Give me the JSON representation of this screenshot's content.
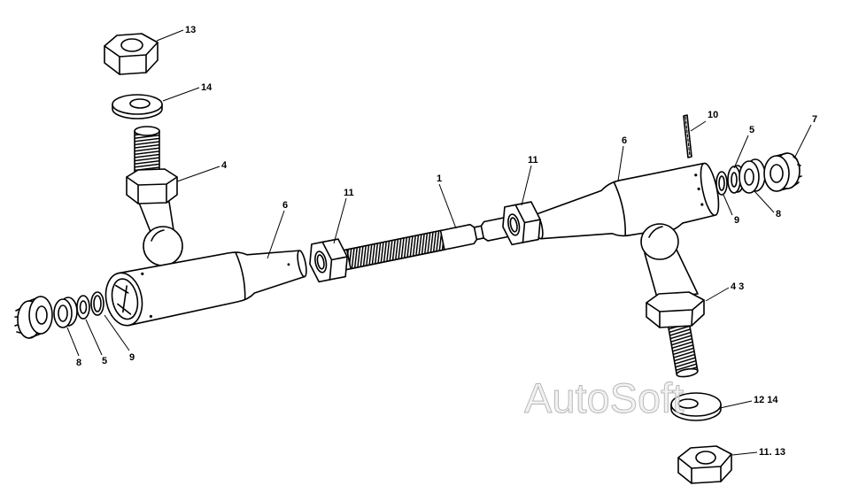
{
  "callouts": {
    "nut_top": "13",
    "washer_top": "14",
    "ball_stud_top": "4",
    "rod_end_left": "6",
    "nut_left": "11",
    "center_rod": "1",
    "nut_right": "11",
    "cotter_pin": "10",
    "rod_end_right": "6",
    "washer_right": "5",
    "slotted_nut_right": "7",
    "ring_right": "9",
    "bush_right": "8",
    "ball_stud_right": "4 3",
    "washer_bottom": "12 14",
    "nut_bottom": "11. 13",
    "bush_left": "8",
    "washer_left": "5",
    "ring_left": "9"
  },
  "watermark": "AutoSoft",
  "colors": {
    "line": "#000000",
    "background": "#ffffff",
    "watermark_fill": "#ececec",
    "watermark_outline": "#b4b4b4"
  }
}
